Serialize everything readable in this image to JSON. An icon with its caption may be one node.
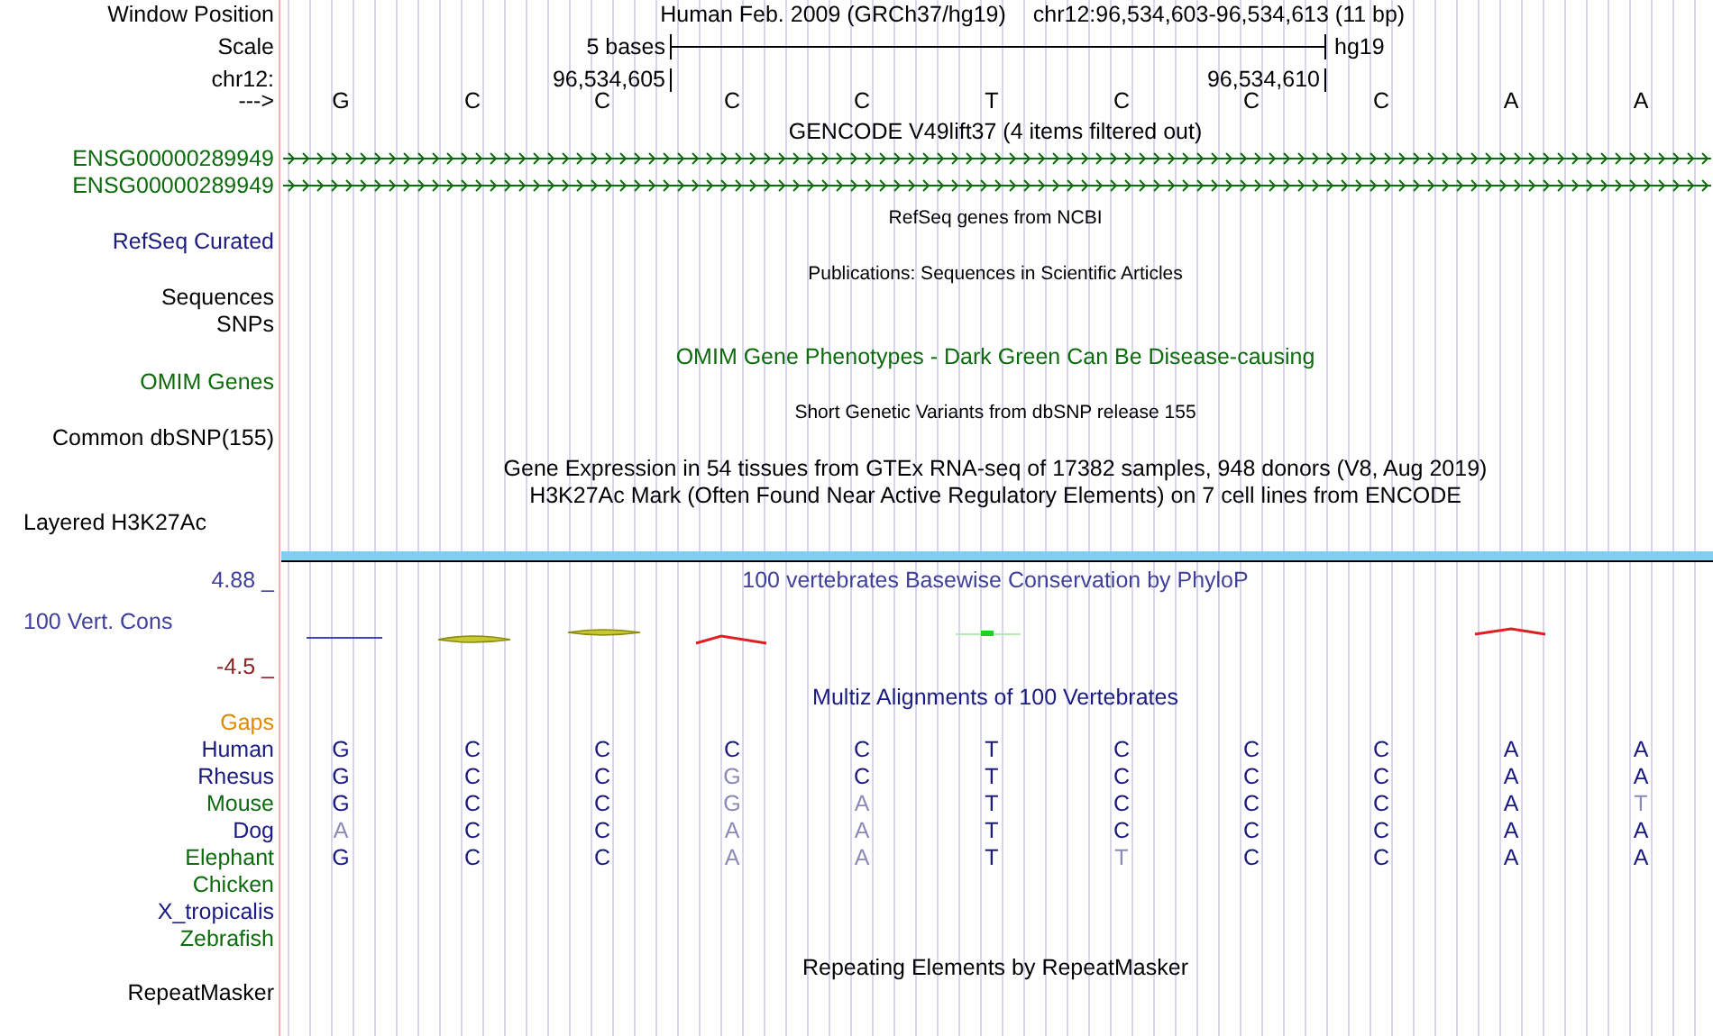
{
  "diagram": {
    "labels": [
      "Window Position",
      "Human Feb. 2009 (GRCh37/hg19)",
      "chr12:96,534,603-96,534,613 (11 bp)",
      "Scale",
      "5 bases",
      "hg19",
      "chr12:",
      "96,534,605",
      "96,534,610",
      "--->",
      "G",
      "C",
      "C",
      "C",
      "C",
      "T",
      "C",
      "C",
      "C",
      "A",
      "A",
      "GENCODE V49lift37 (4 items filtered out)",
      "ENSG00000289949",
      "ENSG00000289949",
      "RefSeq genes from NCBI",
      "RefSeq Curated",
      "Publications: Sequences in Scientific Articles",
      "Sequences",
      "SNPs",
      "OMIM Gene Phenotypes - Dark Green Can Be Disease-causing",
      "OMIM Genes",
      "Short Genetic Variants from dbSNP release 155",
      "Common dbSNP(155)",
      "Gene Expression in 54 tissues from GTEx RNA-seq of 17382 samples, 948 donors (V8, Aug 2019)",
      "H3K27Ac Mark (Often Found Near Active Regulatory Elements) on 7 cell lines from ENCODE",
      "Layered H3K27Ac",
      "4.88 _",
      "100 vertebrates Basewise Conservation by PhyloP",
      "100 Vert. Cons",
      "-4.5 _",
      "Multiz Alignments of 100 Vertebrates",
      "Gaps",
      "Human",
      "G",
      "C",
      "C",
      "C",
      "C",
      "T",
      "C",
      "C",
      "C",
      "A",
      "A",
      "Rhesus",
      "G",
      "C",
      "C",
      "G",
      "C",
      "T",
      "C",
      "C",
      "C",
      "A",
      "A",
      "Mouse",
      "G",
      "C",
      "C",
      "G",
      "A",
      "T",
      "C",
      "C",
      "C",
      "A",
      "T",
      "Dog",
      "A",
      "C",
      "C",
      "A",
      "A",
      "T",
      "C",
      "C",
      "C",
      "A",
      "A",
      "Elephant",
      "G",
      "C",
      "C",
      "A",
      "A",
      "T",
      "T",
      "C",
      "C",
      "A",
      "A",
      "Chicken",
      "X_tropicalis",
      "Zebrafish",
      "Repeating Elements by RepeatMasker",
      "RepeatMasker"
    ]
  }
}
